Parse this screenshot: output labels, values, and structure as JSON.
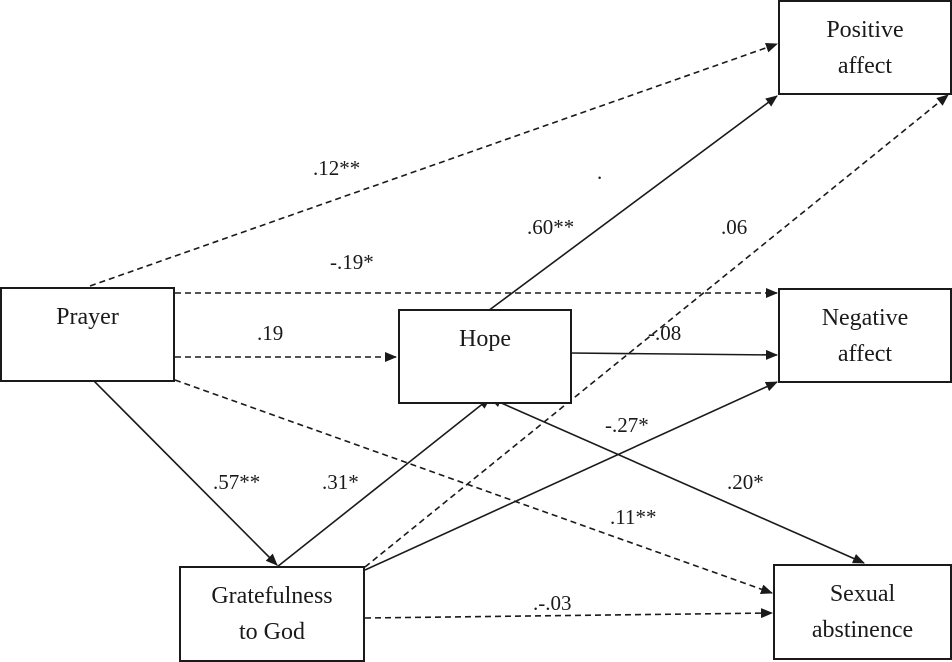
{
  "nodes": {
    "prayer": {
      "label": "Prayer"
    },
    "hope": {
      "label": "Hope"
    },
    "gratefulness": {
      "line1": "Gratefulness",
      "line2": "to God"
    },
    "positive_affect": {
      "line1": "Positive",
      "line2": "affect"
    },
    "negative_affect": {
      "line1": "Negative",
      "line2": "affect"
    },
    "sexual_abstinence": {
      "line1": "Sexual",
      "line2": "abstinence"
    }
  },
  "paths": {
    "prayer_positive": ".12**",
    "prayer_negative": "-.19*",
    "prayer_hope": ".19",
    "prayer_sexual": ".11**",
    "prayer_gratefulness": ".57**",
    "gratefulness_hope": ".31*",
    "gratefulness_positive": ".06",
    "gratefulness_negative": "-.27*",
    "gratefulness_sexual": ".-.03",
    "hope_positive": ".60**",
    "hope_negative": "-.08",
    "hope_sexual": ".20*"
  },
  "stray_mark": "."
}
